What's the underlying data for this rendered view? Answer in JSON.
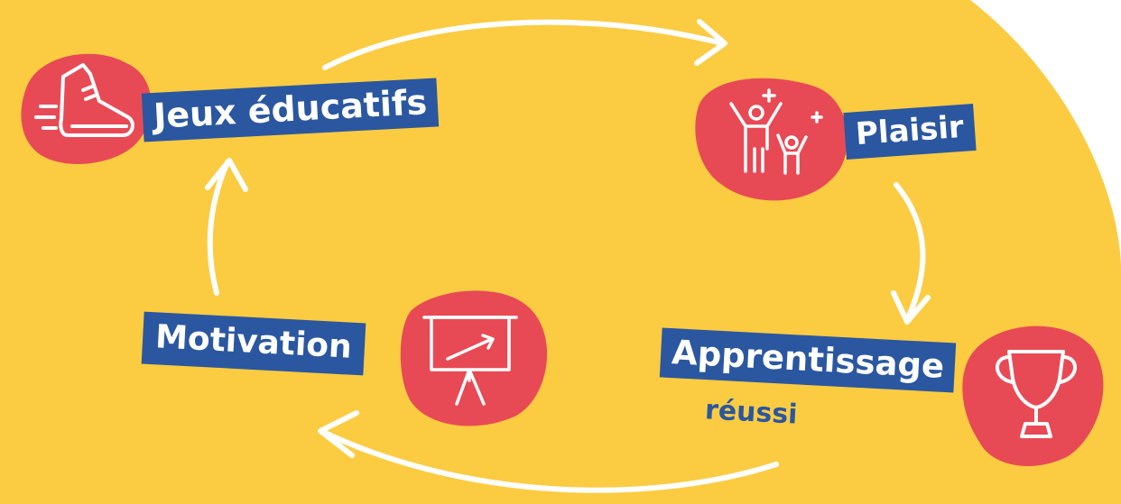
{
  "colors": {
    "background": "#fbcc42",
    "blob": "#e84a55",
    "label_bg": "#2b57a0",
    "label_text": "#ffffff",
    "arrow": "#ffffff"
  },
  "steps": [
    {
      "label": "Jeux éducatifs",
      "icon": "sneaker-icon"
    },
    {
      "label": "Plaisir",
      "icon": "celebrating-people-icon"
    },
    {
      "label": "Apprentissage",
      "sublabel": "réussi",
      "icon": "trophy-icon"
    },
    {
      "label": "Motivation",
      "icon": "presentation-board-icon"
    }
  ]
}
